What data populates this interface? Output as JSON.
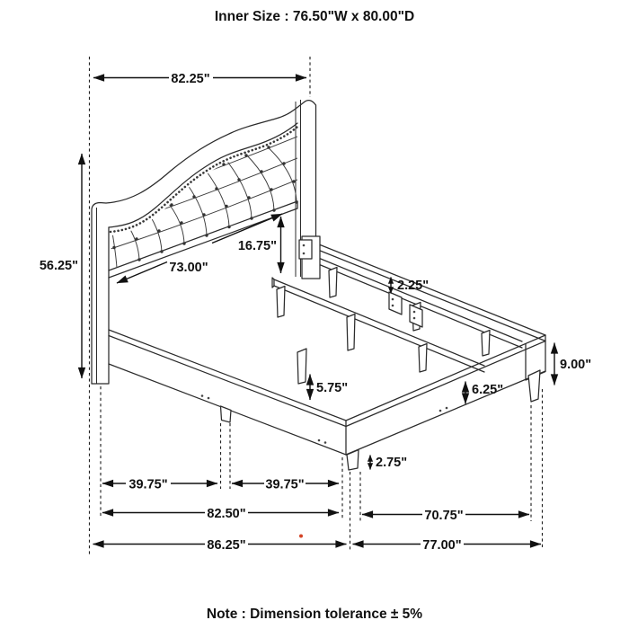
{
  "title": "Inner Size : 76.50\"W x 80.00\"D",
  "note": "Note : Dimension tolerance ± 5%",
  "diagram": {
    "type": "bed-frame-dimension-drawing",
    "dimensions": {
      "headboard_width": "82.25\"",
      "headboard_height": "56.25\"",
      "headboard_inner_width": "73.00\"",
      "headboard_bottom_gap": "16.75\"",
      "slat_rail_thickness": "2.25\"",
      "slat_leg_height": "5.75\"",
      "side_rail_height": "6.25\"",
      "frame_height": "9.00\"",
      "foot_leg_height": "2.75\"",
      "front_rail_segment_left": "39.75\"",
      "front_rail_segment_right": "39.75\"",
      "frame_length": "82.50\"",
      "overall_length": "86.25\"",
      "foot_inner_width": "70.75\"",
      "foot_width": "77.00\""
    }
  }
}
